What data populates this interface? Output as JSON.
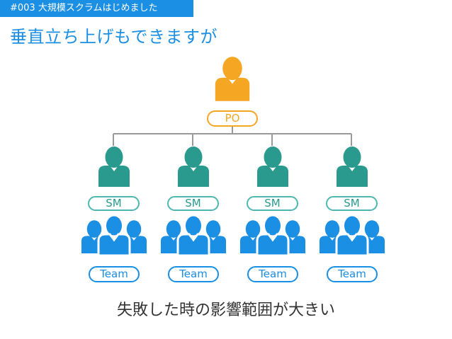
{
  "header_tag": "#003 大規模スクラムはじめました",
  "title": "垂直立ち上げもできますが",
  "po_label": "PO",
  "groups": [
    {
      "sm_label": "SM",
      "team_label": "Team"
    },
    {
      "sm_label": "SM",
      "team_label": "Team"
    },
    {
      "sm_label": "SM",
      "team_label": "Team"
    },
    {
      "sm_label": "SM",
      "team_label": "Team"
    }
  ],
  "caption": "失敗した時の影響範囲が大きい",
  "colors": {
    "accent": "#1a8fe3",
    "po": "#f5a623",
    "sm": "#2a9a8e",
    "sm_border": "#4db8b0",
    "connector": "#999999"
  },
  "icons": {
    "po": "person-icon",
    "sm": "person-icon",
    "team": "team-group-icon"
  }
}
